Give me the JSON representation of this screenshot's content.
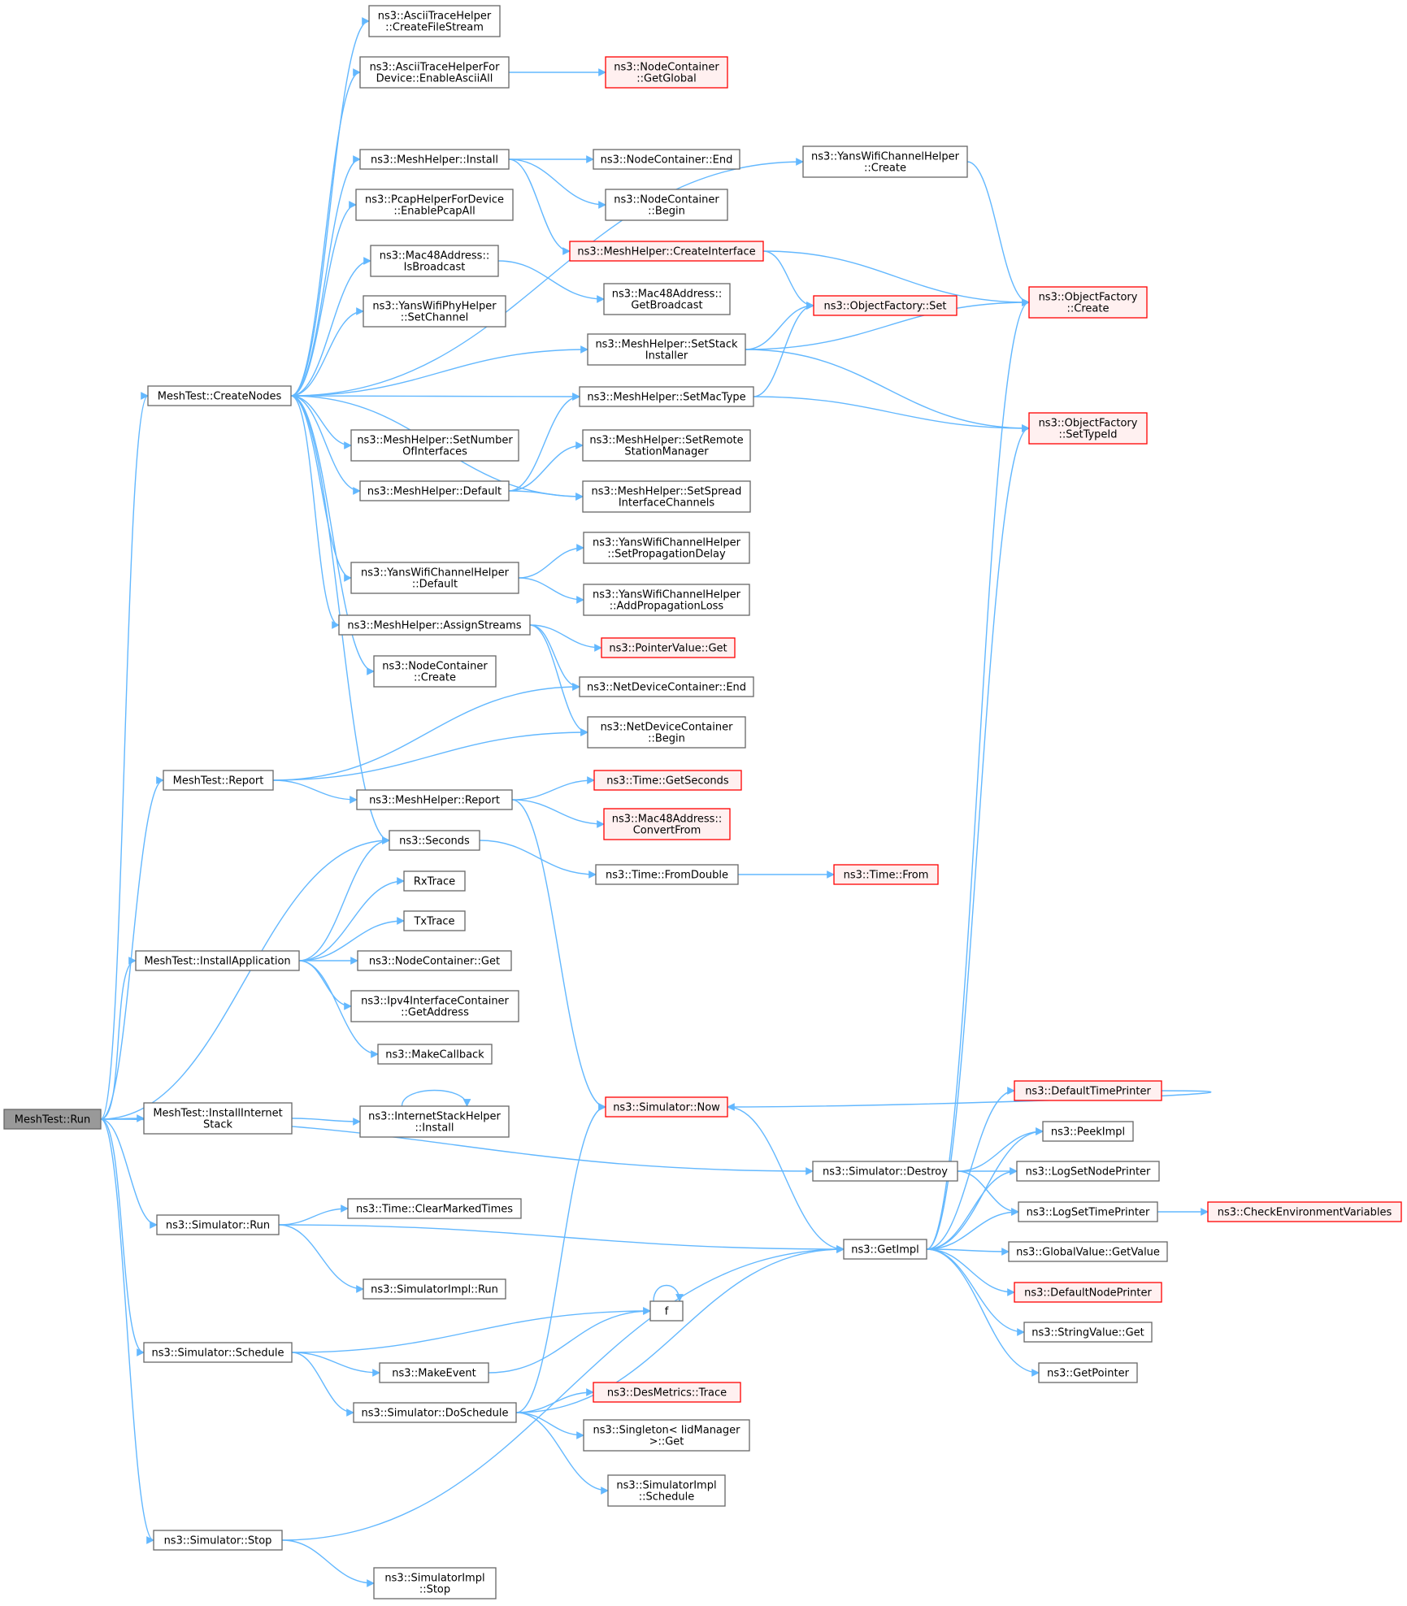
{
  "colors": {
    "edge": "#63b8ff",
    "node_border": "#666666",
    "node_fill": "#ffffff",
    "truncated_border": "#ff0000",
    "truncated_fill": "#fff0f0",
    "root_fill": "#999999",
    "root_border": "#666666"
  },
  "nodes": [
    {
      "id": "run",
      "lines": [
        "MeshTest::Run"
      ],
      "kind": "root"
    },
    {
      "id": "createNodes",
      "lines": [
        "MeshTest::CreateNodes"
      ],
      "kind": "normal"
    },
    {
      "id": "report",
      "lines": [
        "MeshTest::Report"
      ],
      "kind": "normal"
    },
    {
      "id": "installApp",
      "lines": [
        "MeshTest::InstallApplication"
      ],
      "kind": "normal"
    },
    {
      "id": "installInternet",
      "lines": [
        "MeshTest::InstallInternet",
        "Stack"
      ],
      "kind": "normal"
    },
    {
      "id": "simRun",
      "lines": [
        "ns3::Simulator::Run"
      ],
      "kind": "normal"
    },
    {
      "id": "simSchedule",
      "lines": [
        "ns3::Simulator::Schedule"
      ],
      "kind": "normal"
    },
    {
      "id": "simStop",
      "lines": [
        "ns3::Simulator::Stop"
      ],
      "kind": "normal"
    },
    {
      "id": "asciiCreateFile",
      "lines": [
        "ns3::AsciiTraceHelper",
        "::CreateFileStream"
      ],
      "kind": "normal"
    },
    {
      "id": "asciiEnableAll",
      "lines": [
        "ns3::AsciiTraceHelperFor",
        "Device::EnableAsciiAll"
      ],
      "kind": "normal"
    },
    {
      "id": "nodeContGetGlobal",
      "lines": [
        "ns3::NodeContainer",
        "::GetGlobal"
      ],
      "kind": "truncated"
    },
    {
      "id": "yansChanCreate",
      "lines": [
        "ns3::YansWifiChannelHelper",
        "::Create"
      ],
      "kind": "normal"
    },
    {
      "id": "meshInstall",
      "lines": [
        "ns3::MeshHelper::Install"
      ],
      "kind": "normal"
    },
    {
      "id": "nodeContEnd",
      "lines": [
        "ns3::NodeContainer::End"
      ],
      "kind": "normal"
    },
    {
      "id": "nodeContBegin",
      "lines": [
        "ns3::NodeContainer",
        "::Begin"
      ],
      "kind": "normal"
    },
    {
      "id": "pcapEnableAll",
      "lines": [
        "ns3::PcapHelperForDevice",
        "::EnablePcapAll"
      ],
      "kind": "normal"
    },
    {
      "id": "meshCreateIface",
      "lines": [
        "ns3::MeshHelper::CreateInterface"
      ],
      "kind": "truncated"
    },
    {
      "id": "macIsBroadcast",
      "lines": [
        "ns3::Mac48Address::",
        "IsBroadcast"
      ],
      "kind": "normal"
    },
    {
      "id": "macGetBroadcast",
      "lines": [
        "ns3::Mac48Address::",
        "GetBroadcast"
      ],
      "kind": "normal"
    },
    {
      "id": "objFactorySet",
      "lines": [
        "ns3::ObjectFactory::Set"
      ],
      "kind": "truncated"
    },
    {
      "id": "objFactoryCreate",
      "lines": [
        "ns3::ObjectFactory",
        "::Create"
      ],
      "kind": "truncated"
    },
    {
      "id": "yansPhySetChannel",
      "lines": [
        "ns3::YansWifiPhyHelper",
        "::SetChannel"
      ],
      "kind": "normal"
    },
    {
      "id": "meshSetStack",
      "lines": [
        "ns3::MeshHelper::SetStack",
        "Installer"
      ],
      "kind": "normal"
    },
    {
      "id": "meshSetMacType",
      "lines": [
        "ns3::MeshHelper::SetMacType"
      ],
      "kind": "normal"
    },
    {
      "id": "objFactorySetTypeId",
      "lines": [
        "ns3::ObjectFactory",
        "::SetTypeId"
      ],
      "kind": "truncated"
    },
    {
      "id": "meshSetNumIfaces",
      "lines": [
        "ns3::MeshHelper::SetNumber",
        "OfInterfaces"
      ],
      "kind": "normal"
    },
    {
      "id": "meshSetRemote",
      "lines": [
        "ns3::MeshHelper::SetRemote",
        "StationManager"
      ],
      "kind": "normal"
    },
    {
      "id": "meshDefault",
      "lines": [
        "ns3::MeshHelper::Default"
      ],
      "kind": "normal"
    },
    {
      "id": "meshSetSpread",
      "lines": [
        "ns3::MeshHelper::SetSpread",
        "InterfaceChannels"
      ],
      "kind": "normal"
    },
    {
      "id": "yansChanSetProp",
      "lines": [
        "ns3::YansWifiChannelHelper",
        "::SetPropagationDelay"
      ],
      "kind": "normal"
    },
    {
      "id": "yansChanDefault",
      "lines": [
        "ns3::YansWifiChannelHelper",
        "::Default"
      ],
      "kind": "normal"
    },
    {
      "id": "yansChanAddLoss",
      "lines": [
        "ns3::YansWifiChannelHelper",
        "::AddPropagationLoss"
      ],
      "kind": "normal"
    },
    {
      "id": "meshAssignStreams",
      "lines": [
        "ns3::MeshHelper::AssignStreams"
      ],
      "kind": "normal"
    },
    {
      "id": "pointerValueGet",
      "lines": [
        "ns3::PointerValue::Get"
      ],
      "kind": "truncated"
    },
    {
      "id": "nodeContCreate",
      "lines": [
        "ns3::NodeContainer",
        "::Create"
      ],
      "kind": "normal"
    },
    {
      "id": "netDevEnd",
      "lines": [
        "ns3::NetDeviceContainer::End"
      ],
      "kind": "normal"
    },
    {
      "id": "netDevBegin",
      "lines": [
        "ns3::NetDeviceContainer",
        "::Begin"
      ],
      "kind": "normal"
    },
    {
      "id": "meshReport",
      "lines": [
        "ns3::MeshHelper::Report"
      ],
      "kind": "normal"
    },
    {
      "id": "timeGetSeconds",
      "lines": [
        "ns3::Time::GetSeconds"
      ],
      "kind": "truncated"
    },
    {
      "id": "macConvertFrom",
      "lines": [
        "ns3::Mac48Address::",
        "ConvertFrom"
      ],
      "kind": "truncated"
    },
    {
      "id": "seconds",
      "lines": [
        "ns3::Seconds"
      ],
      "kind": "normal"
    },
    {
      "id": "timeFromDouble",
      "lines": [
        "ns3::Time::FromDouble"
      ],
      "kind": "normal"
    },
    {
      "id": "timeFrom",
      "lines": [
        "ns3::Time::From"
      ],
      "kind": "truncated"
    },
    {
      "id": "rxTrace",
      "lines": [
        "RxTrace"
      ],
      "kind": "normal"
    },
    {
      "id": "txTrace",
      "lines": [
        "TxTrace"
      ],
      "kind": "normal"
    },
    {
      "id": "nodeContGet",
      "lines": [
        "ns3::NodeContainer::Get"
      ],
      "kind": "normal"
    },
    {
      "id": "ipv4GetAddress",
      "lines": [
        "ns3::Ipv4InterfaceContainer",
        "::GetAddress"
      ],
      "kind": "normal"
    },
    {
      "id": "makeCallback",
      "lines": [
        "ns3::MakeCallback"
      ],
      "kind": "normal"
    },
    {
      "id": "stackHelperInstall",
      "lines": [
        "ns3::InternetStackHelper",
        "::Install"
      ],
      "kind": "normal"
    },
    {
      "id": "simNow",
      "lines": [
        "ns3::Simulator::Now"
      ],
      "kind": "truncated"
    },
    {
      "id": "defaultTimePrinter",
      "lines": [
        "ns3::DefaultTimePrinter"
      ],
      "kind": "truncated"
    },
    {
      "id": "peekImpl",
      "lines": [
        "ns3::PeekImpl"
      ],
      "kind": "normal"
    },
    {
      "id": "simDestroy",
      "lines": [
        "ns3::Simulator::Destroy"
      ],
      "kind": "normal"
    },
    {
      "id": "logSetNodePrinter",
      "lines": [
        "ns3::LogSetNodePrinter"
      ],
      "kind": "normal"
    },
    {
      "id": "timeClearMarked",
      "lines": [
        "ns3::Time::ClearMarkedTimes"
      ],
      "kind": "normal"
    },
    {
      "id": "logSetTimePrinter",
      "lines": [
        "ns3::LogSetTimePrinter"
      ],
      "kind": "normal"
    },
    {
      "id": "checkEnvVars",
      "lines": [
        "ns3::CheckEnvironmentVariables"
      ],
      "kind": "truncated"
    },
    {
      "id": "getImpl",
      "lines": [
        "ns3::GetImpl"
      ],
      "kind": "normal"
    },
    {
      "id": "globalValueGet",
      "lines": [
        "ns3::GlobalValue::GetValue"
      ],
      "kind": "normal"
    },
    {
      "id": "simImplRun",
      "lines": [
        "ns3::SimulatorImpl::Run"
      ],
      "kind": "normal"
    },
    {
      "id": "defaultNodePrinter",
      "lines": [
        "ns3::DefaultNodePrinter"
      ],
      "kind": "truncated"
    },
    {
      "id": "f",
      "lines": [
        "f"
      ],
      "kind": "normal"
    },
    {
      "id": "stringValueGet",
      "lines": [
        "ns3::StringValue::Get"
      ],
      "kind": "normal"
    },
    {
      "id": "getPointer",
      "lines": [
        "ns3::GetPointer"
      ],
      "kind": "normal"
    },
    {
      "id": "makeEvent",
      "lines": [
        "ns3::MakeEvent"
      ],
      "kind": "normal"
    },
    {
      "id": "desMetricsTrace",
      "lines": [
        "ns3::DesMetrics::Trace"
      ],
      "kind": "truncated"
    },
    {
      "id": "simDoSchedule",
      "lines": [
        "ns3::Simulator::DoSchedule"
      ],
      "kind": "normal"
    },
    {
      "id": "singletonGet",
      "lines": [
        "ns3::Singleton< IidManager",
        " >::Get"
      ],
      "kind": "normal"
    },
    {
      "id": "simImplSchedule",
      "lines": [
        "ns3::SimulatorImpl",
        "::Schedule"
      ],
      "kind": "normal"
    },
    {
      "id": "simImplStop",
      "lines": [
        "ns3::SimulatorImpl",
        "::Stop"
      ],
      "kind": "normal"
    }
  ],
  "edges": [
    [
      "run",
      "createNodes"
    ],
    [
      "run",
      "report"
    ],
    [
      "run",
      "seconds"
    ],
    [
      "run",
      "installApp"
    ],
    [
      "run",
      "installInternet"
    ],
    [
      "run",
      "simDestroy"
    ],
    [
      "run",
      "simRun"
    ],
    [
      "run",
      "simSchedule"
    ],
    [
      "run",
      "simStop"
    ],
    [
      "createNodes",
      "asciiCreateFile"
    ],
    [
      "createNodes",
      "asciiEnableAll"
    ],
    [
      "createNodes",
      "yansChanCreate"
    ],
    [
      "createNodes",
      "meshInstall"
    ],
    [
      "createNodes",
      "pcapEnableAll"
    ],
    [
      "createNodes",
      "macIsBroadcast"
    ],
    [
      "createNodes",
      "yansPhySetChannel"
    ],
    [
      "createNodes",
      "meshSetStack"
    ],
    [
      "createNodes",
      "meshSetMacType"
    ],
    [
      "createNodes",
      "meshSetNumIfaces"
    ],
    [
      "createNodes",
      "meshDefault"
    ],
    [
      "createNodes",
      "meshSetSpread"
    ],
    [
      "createNodes",
      "yansChanDefault"
    ],
    [
      "createNodes",
      "meshAssignStreams"
    ],
    [
      "createNodes",
      "nodeContCreate"
    ],
    [
      "createNodes",
      "seconds"
    ],
    [
      "asciiEnableAll",
      "nodeContGetGlobal"
    ],
    [
      "yansChanCreate",
      "objFactoryCreate"
    ],
    [
      "meshInstall",
      "nodeContEnd"
    ],
    [
      "meshInstall",
      "nodeContBegin"
    ],
    [
      "meshInstall",
      "meshCreateIface"
    ],
    [
      "meshCreateIface",
      "objFactorySet"
    ],
    [
      "meshCreateIface",
      "objFactoryCreate"
    ],
    [
      "macIsBroadcast",
      "macGetBroadcast"
    ],
    [
      "meshSetStack",
      "objFactorySet"
    ],
    [
      "meshSetStack",
      "objFactoryCreate"
    ],
    [
      "meshSetStack",
      "objFactorySetTypeId"
    ],
    [
      "meshSetMacType",
      "objFactorySet"
    ],
    [
      "meshSetMacType",
      "objFactorySetTypeId"
    ],
    [
      "meshDefault",
      "meshSetMacType"
    ],
    [
      "meshDefault",
      "meshSetRemote"
    ],
    [
      "meshDefault",
      "meshSetSpread"
    ],
    [
      "yansChanDefault",
      "yansChanSetProp"
    ],
    [
      "yansChanDefault",
      "yansChanAddLoss"
    ],
    [
      "meshAssignStreams",
      "pointerValueGet"
    ],
    [
      "meshAssignStreams",
      "netDevEnd"
    ],
    [
      "meshAssignStreams",
      "netDevBegin"
    ],
    [
      "report",
      "netDevEnd"
    ],
    [
      "report",
      "netDevBegin"
    ],
    [
      "report",
      "meshReport"
    ],
    [
      "meshReport",
      "timeGetSeconds"
    ],
    [
      "meshReport",
      "macConvertFrom"
    ],
    [
      "meshReport",
      "simNow"
    ],
    [
      "seconds",
      "timeFromDouble"
    ],
    [
      "timeFromDouble",
      "timeFrom"
    ],
    [
      "installApp",
      "seconds"
    ],
    [
      "installApp",
      "rxTrace"
    ],
    [
      "installApp",
      "txTrace"
    ],
    [
      "installApp",
      "nodeContGet"
    ],
    [
      "installApp",
      "ipv4GetAddress"
    ],
    [
      "installApp",
      "makeCallback"
    ],
    [
      "installInternet",
      "stackHelperInstall"
    ],
    [
      "stackHelperInstall",
      "stackHelperInstall"
    ],
    [
      "simNow",
      "getImpl"
    ],
    [
      "defaultTimePrinter",
      "simNow"
    ],
    [
      "simDestroy",
      "peekImpl"
    ],
    [
      "simDestroy",
      "logSetNodePrinter"
    ],
    [
      "simDestroy",
      "logSetTimePrinter"
    ],
    [
      "simRun",
      "timeClearMarked"
    ],
    [
      "simRun",
      "getImpl"
    ],
    [
      "simRun",
      "simImplRun"
    ],
    [
      "logSetTimePrinter",
      "checkEnvVars"
    ],
    [
      "getImpl",
      "objFactoryCreate"
    ],
    [
      "getImpl",
      "objFactorySetTypeId"
    ],
    [
      "getImpl",
      "defaultTimePrinter"
    ],
    [
      "getImpl",
      "peekImpl"
    ],
    [
      "getImpl",
      "logSetNodePrinter"
    ],
    [
      "getImpl",
      "logSetTimePrinter"
    ],
    [
      "getImpl",
      "globalValueGet"
    ],
    [
      "getImpl",
      "defaultNodePrinter"
    ],
    [
      "getImpl",
      "stringValueGet"
    ],
    [
      "getImpl",
      "getPointer"
    ],
    [
      "simSchedule",
      "f"
    ],
    [
      "simSchedule",
      "makeEvent"
    ],
    [
      "simSchedule",
      "simDoSchedule"
    ],
    [
      "f",
      "f"
    ],
    [
      "makeEvent",
      "f"
    ],
    [
      "simDoSchedule",
      "simNow"
    ],
    [
      "simDoSchedule",
      "getImpl"
    ],
    [
      "simDoSchedule",
      "desMetricsTrace"
    ],
    [
      "simDoSchedule",
      "singletonGet"
    ],
    [
      "simDoSchedule",
      "simImplSchedule"
    ],
    [
      "simStop",
      "getImpl"
    ],
    [
      "simStop",
      "simImplStop"
    ]
  ]
}
